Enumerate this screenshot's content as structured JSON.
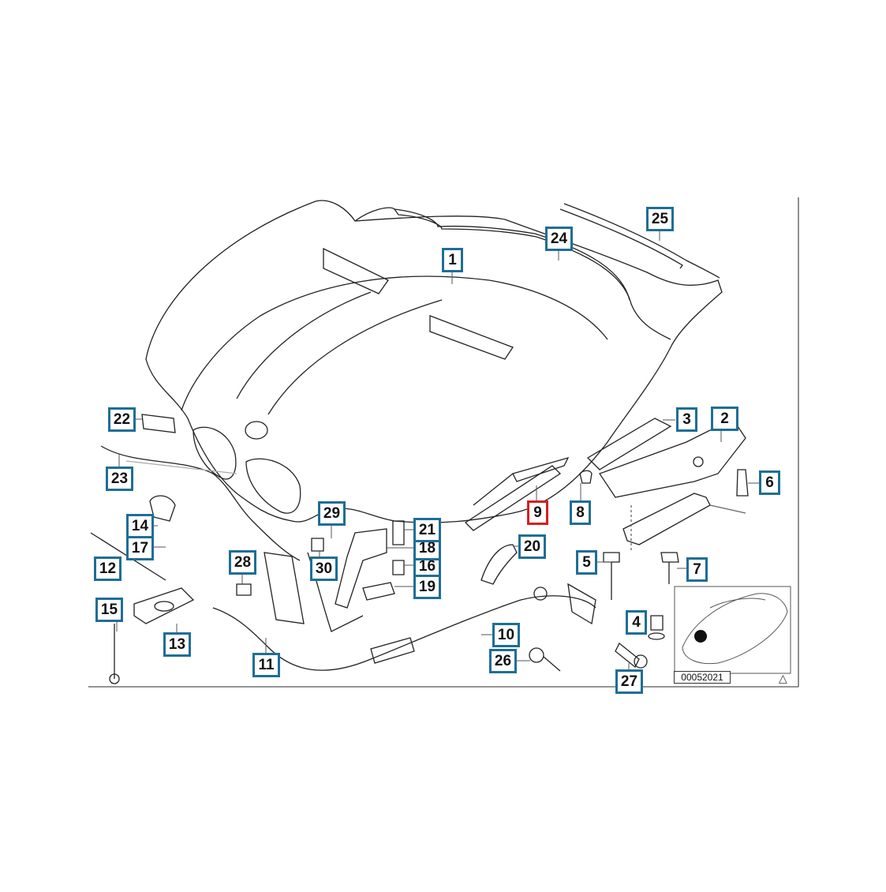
{
  "diagram": {
    "callouts": [
      {
        "id": "c1",
        "label": "1"
      },
      {
        "id": "c2",
        "label": "2"
      },
      {
        "id": "c3",
        "label": "3"
      },
      {
        "id": "c4",
        "label": "4"
      },
      {
        "id": "c5",
        "label": "5"
      },
      {
        "id": "c6",
        "label": "6"
      },
      {
        "id": "c7",
        "label": "7"
      },
      {
        "id": "c8",
        "label": "8"
      },
      {
        "id": "c9",
        "label": "9",
        "highlighted": true
      },
      {
        "id": "c10",
        "label": "10"
      },
      {
        "id": "c11",
        "label": "11"
      },
      {
        "id": "c12",
        "label": "12"
      },
      {
        "id": "c13",
        "label": "13"
      },
      {
        "id": "c14",
        "label": "14"
      },
      {
        "id": "c15",
        "label": "15"
      },
      {
        "id": "c16",
        "label": "16"
      },
      {
        "id": "c17",
        "label": "17"
      },
      {
        "id": "c18",
        "label": "18"
      },
      {
        "id": "c19",
        "label": "19"
      },
      {
        "id": "c20",
        "label": "20"
      },
      {
        "id": "c21",
        "label": "21"
      },
      {
        "id": "c22",
        "label": "22"
      },
      {
        "id": "c23",
        "label": "23"
      },
      {
        "id": "c24",
        "label": "24"
      },
      {
        "id": "c25",
        "label": "25"
      },
      {
        "id": "c26",
        "label": "26"
      },
      {
        "id": "c27",
        "label": "27"
      },
      {
        "id": "c28",
        "label": "28"
      },
      {
        "id": "c29",
        "label": "29"
      },
      {
        "id": "c30",
        "label": "30"
      }
    ],
    "reference_code": "00052021",
    "corner_mark": "△",
    "colors": {
      "callout_border": "#1f6e96",
      "highlight_border": "#d42020",
      "line": "#222222"
    }
  }
}
